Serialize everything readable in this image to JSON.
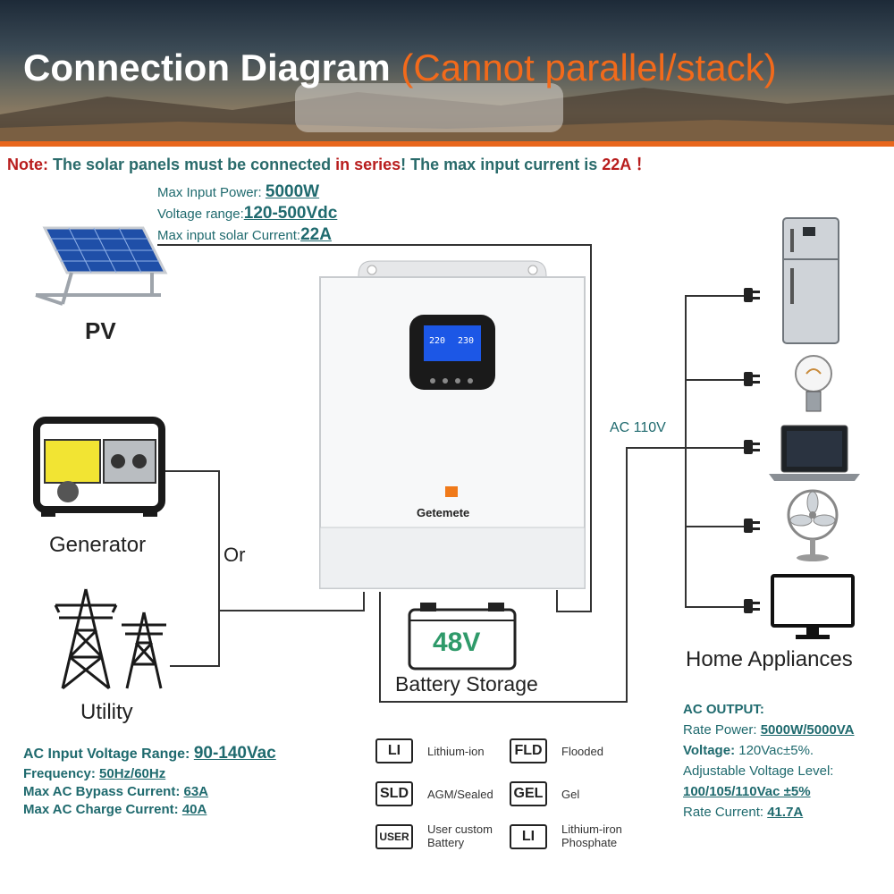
{
  "header": {
    "title_main": "Connection Diagram",
    "title_note": "(Cannot parallel/stack)"
  },
  "note": {
    "prefix": "Note:",
    "text1": "The solar panels must be connected",
    "text2": "in series",
    "text3": "! The max input current is",
    "current": "22A",
    "end": "！"
  },
  "pv_specs": [
    {
      "label": "Max Input Power:",
      "value": "5000W"
    },
    {
      "label": "Voltage range:",
      "value": "120-500Vdc"
    },
    {
      "label": "Max input solar Current:",
      "value": "22A"
    }
  ],
  "labels": {
    "pv": "PV",
    "generator": "Generator",
    "or": "Or",
    "utility": "Utility",
    "ac_110": "AC 110V",
    "battery_voltage": "48V",
    "battery_storage": "Battery Storage",
    "home_appliances": "Home Appliances",
    "brand": "Getemete",
    "lcd_left": "220",
    "lcd_right": "230"
  },
  "ac_input_specs": [
    {
      "label": "AC Input Voltage Range:",
      "value": "90-140Vac"
    },
    {
      "label": "Frequency:",
      "value": "50Hz/60Hz"
    },
    {
      "label": "Max AC Bypass Current:",
      "value": "63A"
    },
    {
      "label": "Max AC Charge Current:",
      "value": "40A"
    }
  ],
  "ac_output": {
    "title": "AC OUTPUT:",
    "rate_power_label": "Rate Power:",
    "rate_power_value": "5000W/5000VA",
    "voltage_label": "Voltage:",
    "voltage_value": "120Vac±5%.",
    "adjustable_label": "Adjustable Voltage Level:",
    "adjustable_value": "100/105/110Vac ±5%",
    "rate_current_label": "Rate Current:",
    "rate_current_value": "41.7A"
  },
  "battery_types": [
    {
      "code": "LI",
      "name": "Lithium-ion"
    },
    {
      "code": "FLD",
      "name": "Flooded"
    },
    {
      "code": "SLD",
      "name": "AGM/Sealed"
    },
    {
      "code": "GEL",
      "name": "Gel"
    },
    {
      "code": "USER",
      "name": "User custom\nBattery"
    },
    {
      "code": "LI",
      "name": "Lithium-iron\nPhosphate"
    }
  ],
  "colors": {
    "title_orange": "#f26a1b",
    "note_red": "#b81d1d",
    "spec_teal": "#1f6a6e",
    "battery_green": "#2f9a6a"
  }
}
